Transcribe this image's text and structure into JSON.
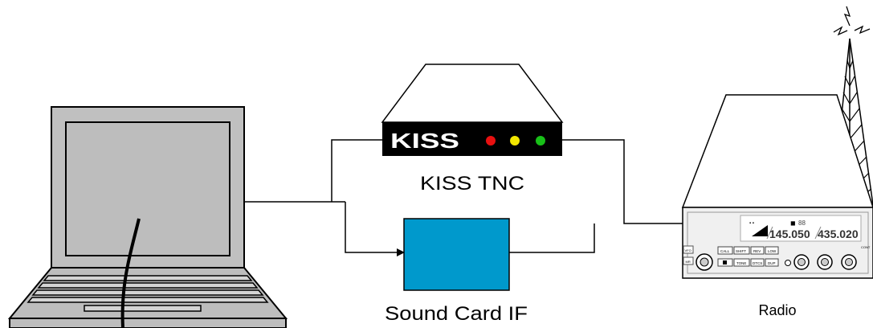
{
  "tnc": {
    "badge": "KISS",
    "label": "KISS TNC",
    "leds": [
      "#e81010",
      "#f2e600",
      "#18c018"
    ]
  },
  "soundcard": {
    "label": "Sound Card IF",
    "color": "#0099cc"
  },
  "radio": {
    "label": "Radio",
    "freq_main": "145.050",
    "freq_sub": "435.020",
    "indicator": "88",
    "buttons_top": [
      "CALL",
      "SHIFT",
      "REV",
      "LOW"
    ],
    "buttons_bottom": [
      "TONE",
      "DTCS",
      "DUP"
    ],
    "side_left_top": "VFO",
    "side_left_bottom": "MR",
    "side_right": "CONT"
  }
}
